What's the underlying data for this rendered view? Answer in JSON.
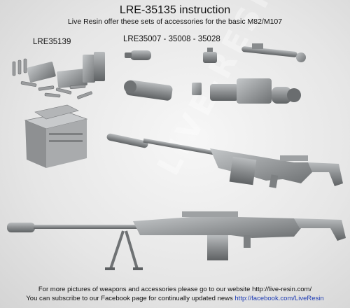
{
  "title": "LRE-35135 instruction",
  "subtitle": "Live Resin offer these sets of accessories for the basic M82/M107",
  "labels": {
    "set_a": "LRE35139",
    "set_b": "LRE35007 - 35008 - 35028"
  },
  "watermark": "LIVE-RESIN.COM",
  "footer": {
    "line1": "For more pictures of weapons and accessories please go to our website http://live-resin.com/",
    "line2_text": "You can subscribe to our Facebook page for continually updated news ",
    "line2_link": "http://facebook.com/LiveResin"
  },
  "colors": {
    "link": "#1e3cb4",
    "model_grey": "#8a8d8f"
  },
  "icons": {
    "ammo_boxes": "ammo-box-icon",
    "cartridges": "cartridge-icon",
    "scopes": "rifle-scope-icon",
    "rifle": "rifle-icon"
  }
}
